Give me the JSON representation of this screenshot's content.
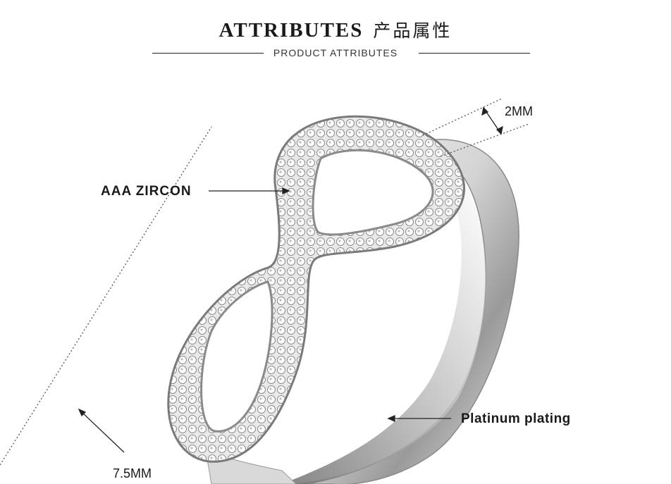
{
  "header": {
    "title_en": "ATTRIBUTES",
    "title_cn": "产品属性",
    "subtitle": "PRODUCT ATTRIBUTES"
  },
  "annotations": {
    "zircon": "AAA ZIRCON",
    "plating": "Platinum plating",
    "band_width": "2MM",
    "ring_width": "7.5MM"
  },
  "colors": {
    "text": "#1a1a1a",
    "metal_light": "#f4f4f4",
    "metal_dark": "#7a7a7a",
    "background": "#ffffff"
  }
}
